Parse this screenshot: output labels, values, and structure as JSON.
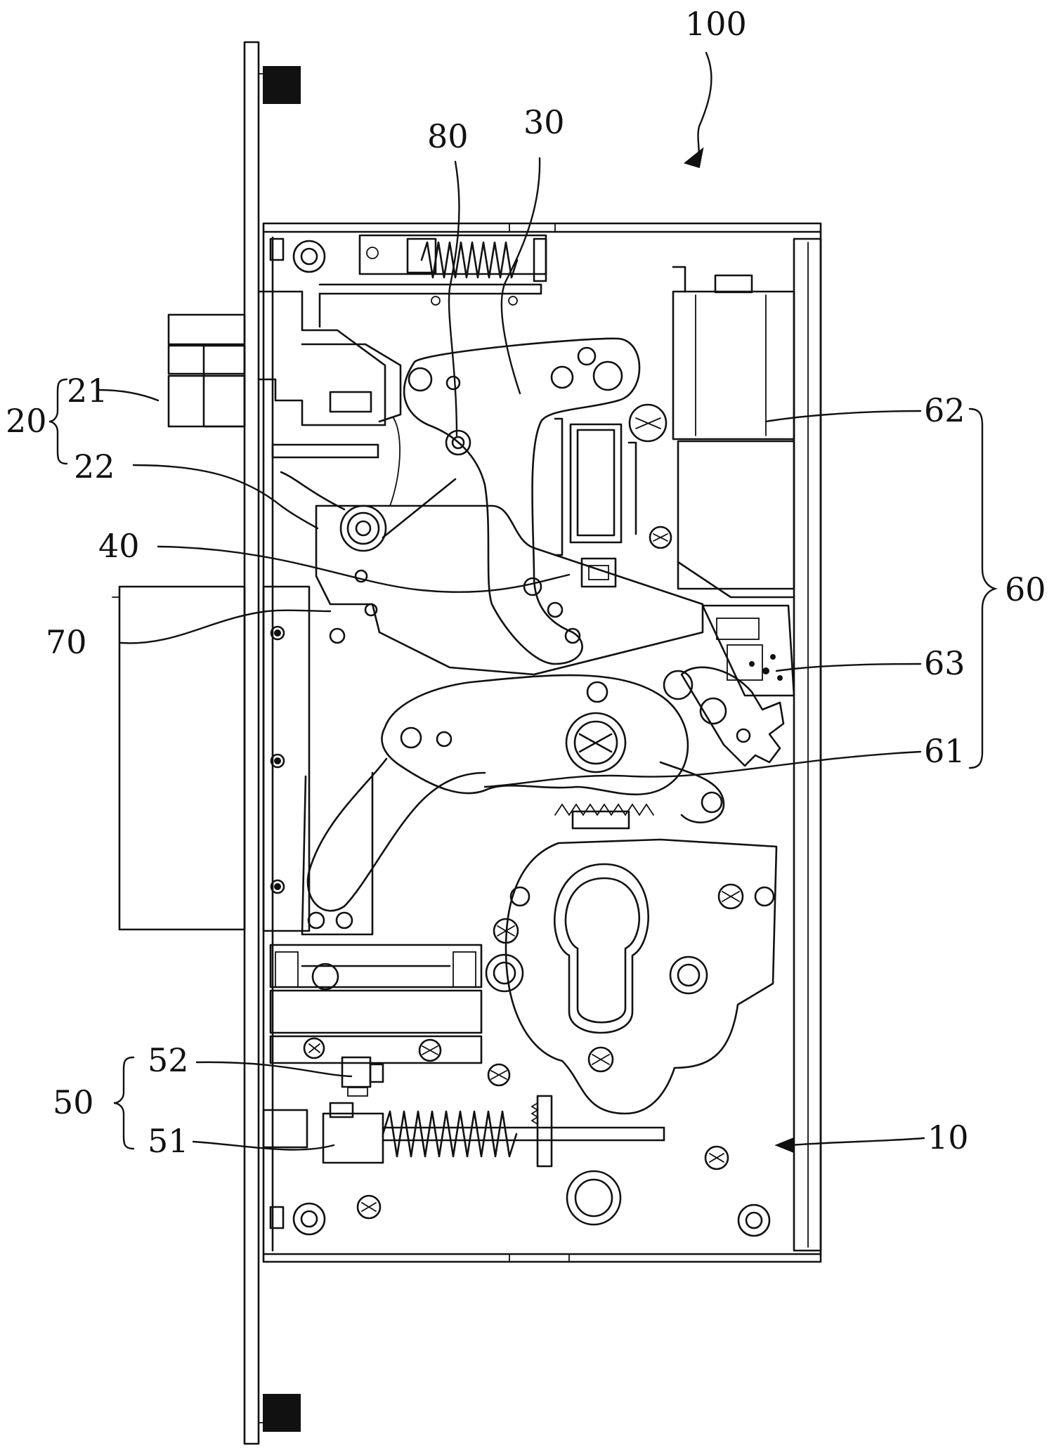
{
  "labels": {
    "l100": "100",
    "l80": "80",
    "l30": "30",
    "l20": "20",
    "l21": "21",
    "l22": "22",
    "l40": "40",
    "l70": "70",
    "l62": "62",
    "l60": "60",
    "l63": "63",
    "l61": "61",
    "l52": "52",
    "l50": "50",
    "l51": "51",
    "l10": "10"
  }
}
